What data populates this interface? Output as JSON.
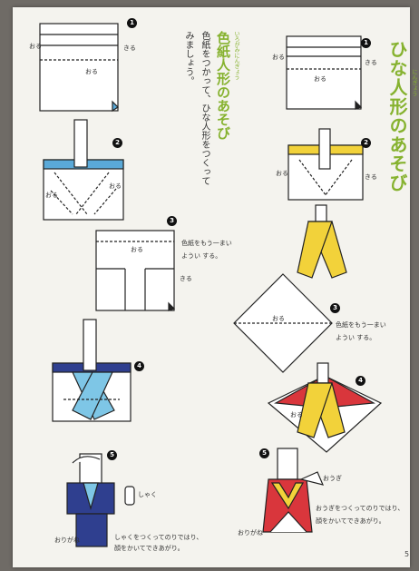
{
  "page": {
    "title_right": "ひな人形のあそび",
    "title_right_ruby": "にんぎょう",
    "title_left": "色紙人形のあそび",
    "title_left_ruby": "いろがみにんぎょう",
    "intro": "色紙をつかって、ひな人形をつくってみましょう。",
    "page_number": "5"
  },
  "steps_left": {
    "s1": {
      "num": "1",
      "label_kiru": "きる",
      "label_oru": "おる",
      "label_oru2": "おる"
    },
    "s2": {
      "num": "2",
      "label_oru_a": "おる",
      "label_oru_b": "おる"
    },
    "s3": {
      "num": "3",
      "label_oru": "おる",
      "label_kiru": "きる",
      "note1": "色紙をもう一まい",
      "note2": "ようい する。"
    },
    "s4": {
      "num": "4"
    },
    "s5": {
      "num": "5",
      "label_shaku": "しゃく",
      "note1": "しゃくをつくってのりではり、",
      "note2": "顔をかいてできあがり。",
      "label_kane": "おりがね"
    }
  },
  "steps_right": {
    "s1": {
      "num": "1",
      "label_kiru": "きる",
      "label_oru": "おる",
      "label_oru2": "おる"
    },
    "s2": {
      "num": "2",
      "label_oru": "おる",
      "label_kiru": "きる"
    },
    "s3": {
      "num": "3",
      "label_oru": "おる",
      "note1": "色紙をもう一まい",
      "note2": "ようい する。"
    },
    "s4": {
      "num": "4",
      "label_oru": "おる"
    },
    "s5": {
      "num": "5",
      "label_ougi": "おうぎ",
      "note1": "おうぎをつくってのりではり、",
      "note2": "顔をかいてできあがり。",
      "label_kane": "おりがね"
    }
  },
  "colors": {
    "page_bg": "#f4f3ee",
    "title_green": "#86b22f",
    "yellow": "#f2d23a",
    "red": "#d9363c",
    "navy": "#2f3f8f",
    "lightblue": "#7ec6e6",
    "blue_band": "#5aa9d8"
  }
}
